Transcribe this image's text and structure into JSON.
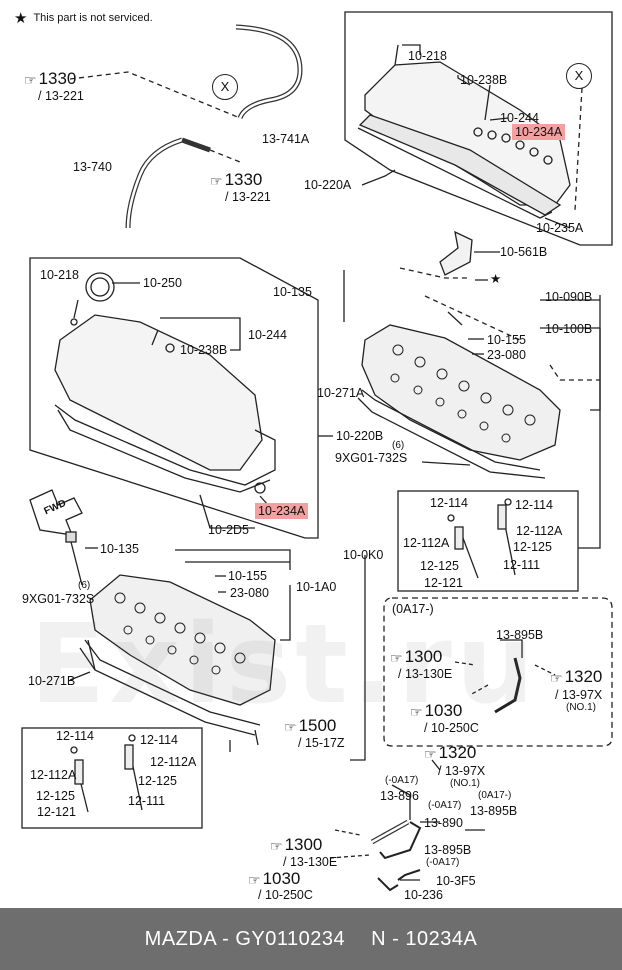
{
  "note": {
    "icon": "star-icon",
    "text": "This part is not serviced."
  },
  "watermark": "Exist.ru",
  "colors": {
    "highlight": "#f4a0a0",
    "footer_bg": "#6e6e6e"
  },
  "callouts": {
    "x_top": "X",
    "x_right": "X",
    "a1330_1": "1330",
    "a13221_1": "/ 13-221",
    "a13741A": "13-741A",
    "a13740": "13-740",
    "a1330_2": "1330",
    "a13221_2": "/ 13-221",
    "a10218_t": "10-218",
    "a10238B_t": "10-238B",
    "a10244_t": "10-244",
    "a10234A_t": "10-234A",
    "a10220A": "10-220A",
    "a10235A": "10-235A",
    "a10561B": "10-561B",
    "a10218_l": "10-218",
    "a10250": "10-250",
    "a10244_l": "10-244",
    "a10238B_l": "10-238B",
    "a10220B": "10-220B",
    "a10234A_l": "10-234A",
    "a102D5": "10-2D5",
    "a10135_t": "10-135",
    "a10090B": "10-090B",
    "a10100B": "10-100B",
    "a10155_r": "10-155",
    "a23080_r": "23-080",
    "a10271A": "10-271A",
    "a6_r": "(6)",
    "a9XG_r": "9XG01-732S",
    "a12114_ra": "12-114",
    "a12114_rb": "12-114",
    "a12112A_ra": "12-112A",
    "a12112A_rb": "12-112A",
    "a12125_ra": "12-125",
    "a12125_rb": "12-125",
    "a12121_r": "12-121",
    "a12111_r": "12-111",
    "a10135_l": "10-135",
    "a10155_l": "10-155",
    "a23080_l": "23-080",
    "a101A0": "10-1A0",
    "a100K0": "10-0K0",
    "a6_l": "(6)",
    "a9XG_l": "9XG01-732S",
    "a10271B": "10-271B",
    "a12114_la": "12-114",
    "a12114_lb": "12-114",
    "a12112A_la": "12-112A",
    "a12112A_lb": "12-112A",
    "a12125_la": "12-125",
    "a12125_lb": "12-125",
    "a12121_l": "12-121",
    "a12111_l": "12-111",
    "a1500": "1500",
    "a1517Z": "/ 15-17Z",
    "a0A17_box": "(0A17-)",
    "a13895B_box": "13-895B",
    "a1300_box": "1300",
    "a13130E_box": "/ 13-130E",
    "a1320_box": "1320",
    "a1397X_box": "/ 13-97X",
    "aNO1_box": "(NO.1)",
    "a1030_box": "1030",
    "a10250C_box": "/ 10-250C",
    "a1320_b": "1320",
    "a1397X_b": "/ 13-97X",
    "aNO1_b": "(NO.1)",
    "a0A17_b1": "(-0A17)",
    "a13896": "13-896",
    "a0A17_b2": "(-0A17)",
    "a0A17_b3": "(0A17-)",
    "a13895B_b": "13-895B",
    "a13890": "13-890",
    "a13895B_c": "13-895B",
    "a0A17_b4": "(-0A17)",
    "a1300_b": "1300",
    "a13130E_b": "/ 13-130E",
    "a1030_b": "1030",
    "a10250C_b": "/ 10-250C",
    "a103F5": "10-3F5",
    "a10236": "10-236",
    "fwd": "FWD"
  },
  "footer": {
    "brand": "MAZDA",
    "sep": "-",
    "part_number": "GY0110234",
    "ref": "N - 10234A"
  }
}
